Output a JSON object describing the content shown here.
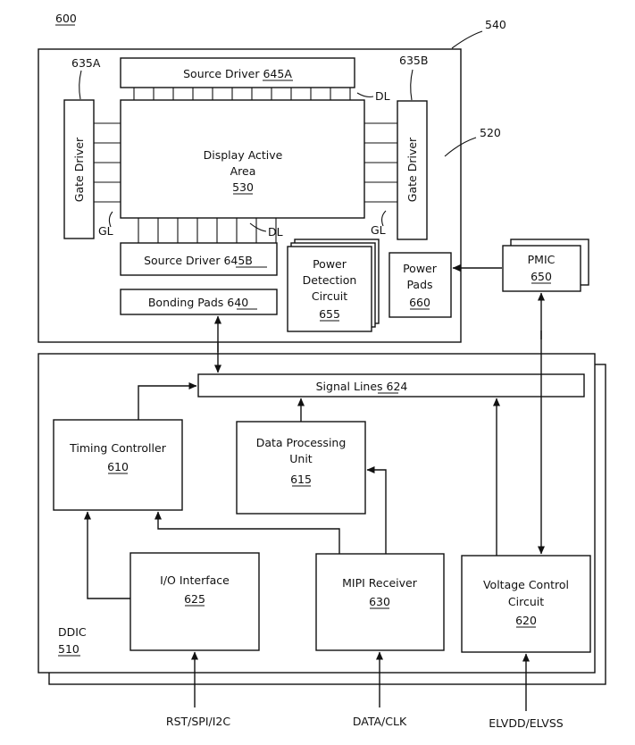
{
  "figure_ref": "600",
  "labels": {
    "panel": "540",
    "display": "520",
    "gate_left_ref": "635A",
    "gate_right_ref": "635B",
    "dl": "DL",
    "gl": "GL"
  },
  "blocks": {
    "source_a": {
      "title": "Source Driver",
      "ref": "645A"
    },
    "source_b": {
      "title": "Source Driver",
      "ref": "645B"
    },
    "gate_left": {
      "title": "Gate Driver"
    },
    "gate_right": {
      "title": "Gate Driver"
    },
    "active": {
      "line1": "Display Active",
      "line2": "Area",
      "ref": "530"
    },
    "bonding": {
      "title": "Bonding Pads",
      "ref": "640"
    },
    "power_det": {
      "line1": "Power",
      "line2": "Detection",
      "line3": "Circuit",
      "ref": "655"
    },
    "power_pads": {
      "line1": "Power",
      "line2": "Pads",
      "ref": "660"
    },
    "pmic": {
      "title": "PMIC",
      "ref": "650"
    },
    "signal": {
      "title": "Signal Lines",
      "ref": "624"
    },
    "timing": {
      "title": "Timing Controller",
      "ref": "610"
    },
    "dpu": {
      "line1": "Data Processing",
      "line2": "Unit",
      "ref": "615"
    },
    "io": {
      "title": "I/O Interface",
      "ref": "625"
    },
    "mipi": {
      "title": "MIPI Receiver",
      "ref": "630"
    },
    "vcc": {
      "line1": "Voltage Control",
      "line2": "Circuit",
      "ref": "620"
    },
    "ddic": {
      "title": "DDIC",
      "ref": "510"
    }
  },
  "inputs": {
    "io": "RST/SPI/I2C",
    "mipi": "DATA/CLK",
    "vcc": "ELVDD/ELVSS"
  }
}
